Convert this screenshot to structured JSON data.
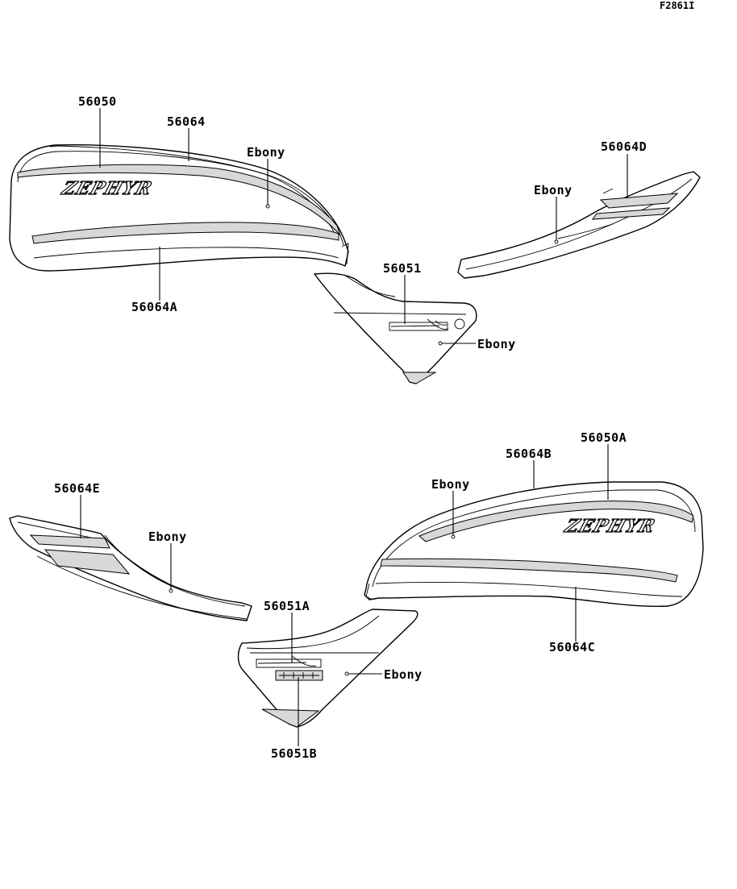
{
  "figure_id": "F2861I",
  "logo_text": "ZEPHYR",
  "callouts": {
    "c56050": "56050",
    "c56064": "56064",
    "c56064A": "56064A",
    "c56051": "56051",
    "c56064D": "56064D",
    "c56064E": "56064E",
    "c56064B": "56064B",
    "c56050A": "56050A",
    "c56064C": "56064C",
    "c56051A": "56051A",
    "c56051B": "56051B"
  },
  "color_labels": {
    "ebony_tank_left": "Ebony",
    "ebony_cover_left": "Ebony",
    "ebony_tail_right": "Ebony",
    "ebony_tail_left": "Ebony",
    "ebony_tank_right": "Ebony",
    "ebony_cover_right": "Ebony"
  }
}
